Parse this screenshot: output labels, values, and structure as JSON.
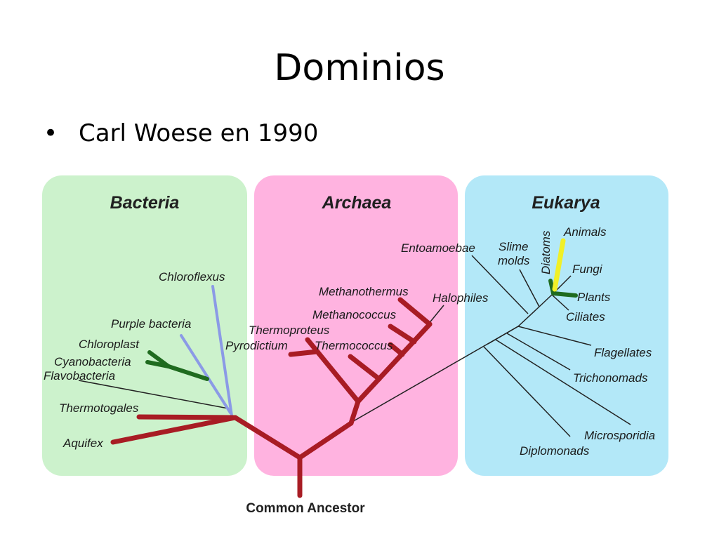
{
  "slide": {
    "title": "Dominios",
    "bullet": "Carl Woese en 1990",
    "bullet_symbol": "•"
  },
  "tree": {
    "domains": [
      {
        "name": "Bacteria",
        "color": "#ccf2cc"
      },
      {
        "name": "Archaea",
        "color": "#ffb3e0"
      },
      {
        "name": "Eukarya",
        "color": "#b3e8f8"
      }
    ],
    "root_label": "Common Ancestor",
    "bacteria_labels": [
      "Chloroflexus",
      "Purple bacteria",
      "Chloroplast",
      "Cyanobacteria",
      "Flavobacteria",
      "Thermotogales",
      "Aquifex"
    ],
    "archaea_labels": [
      "Methanothermus",
      "Methanococcus",
      "Thermoproteus",
      "Pyrodictium",
      "Thermococcus",
      "Halophiles"
    ],
    "eukarya_labels": [
      "Entoamoebae",
      "Slime",
      "molds",
      "Diatoms",
      "Animals",
      "Fungi",
      "Plants",
      "Ciliates",
      "Flagellates",
      "Trichonomads",
      "Microsporidia",
      "Diplomonads"
    ],
    "colors": {
      "thermophile": "#a81c24",
      "chloroflexus": "#8b9ae6",
      "cyanobacteria": "#1f6b1f",
      "animals": "#f0f028",
      "thin_line": "#222222"
    }
  }
}
